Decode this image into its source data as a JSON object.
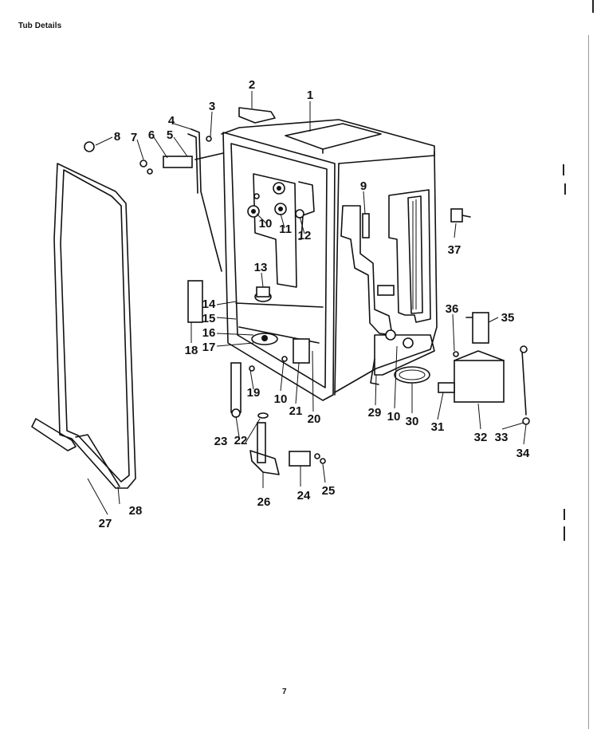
{
  "heading": "Tub Details",
  "page_number": "7",
  "callouts": {
    "c1": "1",
    "c2": "2",
    "c3": "3",
    "c4": "4",
    "c5": "5",
    "c6": "6",
    "c7": "7",
    "c8": "8",
    "c9": "9",
    "c10a": "10",
    "c10b": "10",
    "c10c": "10",
    "c11": "11",
    "c12": "12",
    "c13": "13",
    "c14": "14",
    "c15": "15",
    "c16": "16",
    "c17": "17",
    "c18": "18",
    "c19": "19",
    "c20": "20",
    "c21": "21",
    "c22": "22",
    "c23": "23",
    "c24": "24",
    "c25": "25",
    "c26": "26",
    "c27": "27",
    "c28": "28",
    "c29": "29",
    "c30": "30",
    "c31": "31",
    "c32": "32",
    "c33": "33",
    "c34": "34",
    "c35": "35",
    "c36": "36",
    "c37": "37"
  }
}
